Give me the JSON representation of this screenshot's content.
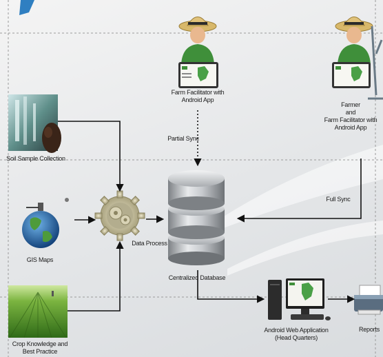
{
  "labels": {
    "farm_facilitator": [
      "Farm Facilitator with",
      "Android App"
    ],
    "farmer": [
      "Farmer",
      "and",
      "Farm Facilitator with",
      "Android App"
    ],
    "partial_sync": "Partial Sync",
    "full_sync": "Full Sync",
    "soil_sample": "Soil Sample Collection",
    "gis_maps": "GIS Maps",
    "crop_knowledge": [
      "Crop Knowledge and",
      "Best Practice"
    ],
    "data_process": "Data Process",
    "centralized_db": "Centralized Database",
    "web_app": [
      "Android Web Application",
      "(Head Quarters)"
    ],
    "reports": "Reports"
  },
  "colors": {
    "arrow": "#111111",
    "hat": "#d8b86a",
    "shirt": "#3f8f3a",
    "db_silver": "#b9bdc2",
    "gear": "#c9c2a4",
    "field_green": "#5a9a2e",
    "globe_blue": "#1f5fa0"
  },
  "icons": [
    "farmer-icon",
    "tablet-icon",
    "soil-sample-image",
    "globe-icon",
    "crop-field-image",
    "gear-icon",
    "database-icon",
    "desktop-computer-icon",
    "printer-icon"
  ]
}
